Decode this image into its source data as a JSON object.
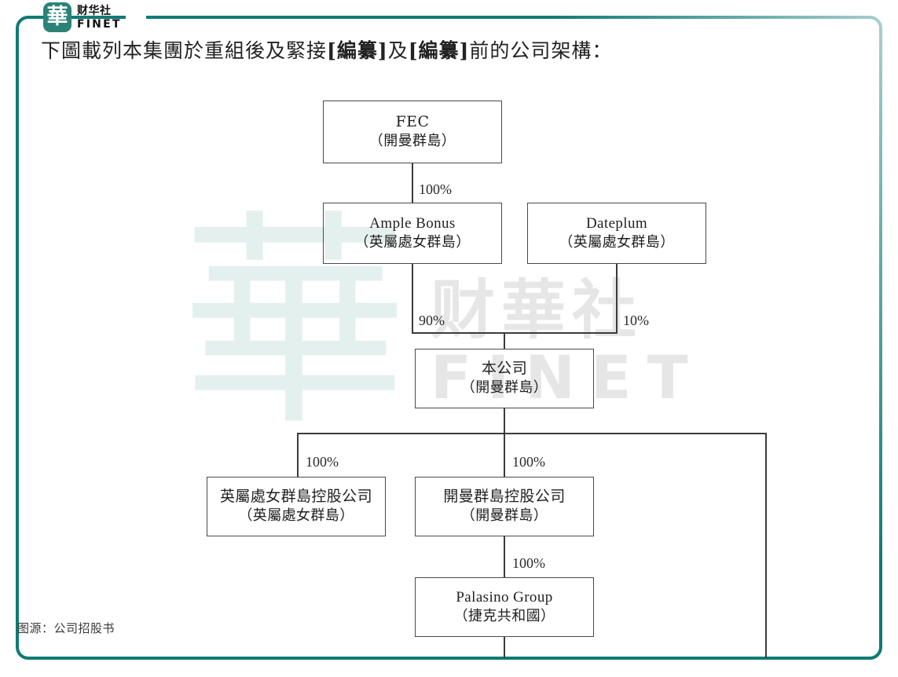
{
  "brand": {
    "logo_glyph": "華",
    "name_cn": "财华社",
    "name_en": "FINET"
  },
  "headline": {
    "part1": "下圖載列本集團於重組後及緊接",
    "tag1": "[編纂]",
    "part2": "及",
    "tag2": "[編纂]",
    "part3": "前的公司架構："
  },
  "watermark": {
    "glyph": "華",
    "cn": "财華社",
    "en": "FINET"
  },
  "source": "图源：公司招股书",
  "colors": {
    "frame_teal": "#127c75",
    "frame_teal_light": "#9cc9c9",
    "logo_teal": "#2b8378",
    "box_border": "#4a4a4a",
    "watermark_teal": "#e4f0ee",
    "watermark_gray": "#e6e6e6"
  },
  "chart_data": {
    "type": "diagram",
    "title": "下圖載列本集團於重組後及緊接[編纂]及[編纂]前的公司架構：",
    "nodes": [
      {
        "id": "fec",
        "line1": "FEC",
        "line2": "（開曼群島）"
      },
      {
        "id": "ample",
        "line1": "Ample Bonus",
        "line2": "（英屬處女群島）"
      },
      {
        "id": "dateplum",
        "line1": "Dateplum",
        "line2": "（英屬處女群島）"
      },
      {
        "id": "company",
        "line1": "本公司",
        "line2": "（開曼群島）"
      },
      {
        "id": "bvi_hold",
        "line1": "英屬處女群島控股公司",
        "line2": "（英屬處女群島）"
      },
      {
        "id": "cayman_hold",
        "line1": "開曼群島控股公司",
        "line2": "（開曼群島）"
      },
      {
        "id": "palasino",
        "line1": "Palasino Group",
        "line2": "（捷克共和國）"
      }
    ],
    "edges": [
      {
        "from": "fec",
        "to": "ample",
        "label": "100%"
      },
      {
        "from": "ample",
        "to": "company",
        "label": "90%"
      },
      {
        "from": "dateplum",
        "to": "company",
        "label": "10%"
      },
      {
        "from": "company",
        "to": "bvi_hold",
        "label": "100%"
      },
      {
        "from": "company",
        "to": "cayman_hold",
        "label": "100%"
      },
      {
        "from": "company",
        "to": "unshown",
        "label": ""
      },
      {
        "from": "cayman_hold",
        "to": "palasino",
        "label": "100%"
      }
    ],
    "labels": {
      "fec_to_ample": "100%",
      "ample_to_company": "90%",
      "dateplum_to_company": "10%",
      "company_to_bvi": "100%",
      "company_to_cayman": "100%",
      "cayman_to_palasino": "100%"
    }
  }
}
